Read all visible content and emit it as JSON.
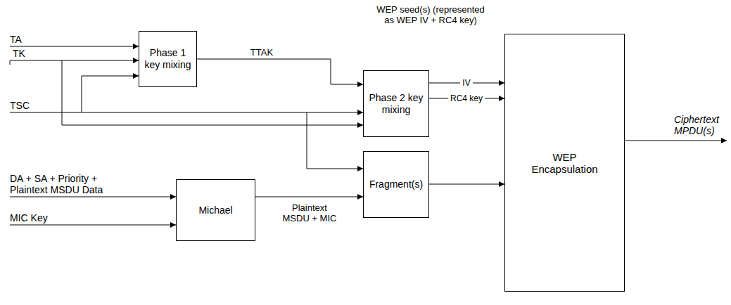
{
  "diagram": {
    "nodes": [
      {
        "text": [
          "Phase 1 key mixing"
        ]
      },
      {
        "text": [
          "Phase 2 key mixing"
        ]
      },
      {
        "text": [
          "Fragment(s)"
        ]
      },
      {
        "text": [
          "Michael"
        ]
      },
      {
        "text": [
          "WEP Encapsulation"
        ]
      }
    ],
    "edges": [
      {
        "from": 0,
        "to": 1,
        "label": "TTAK",
        "arrow": "to"
      },
      {
        "from": 1,
        "to": 4,
        "label": "IV",
        "arrow": "to"
      },
      {
        "from": 1,
        "to": 4,
        "label": "RC4 key",
        "arrow": "to"
      },
      {
        "from": 3,
        "to": 2,
        "label": "Plaintext MSDU + MIC",
        "arrow": "to"
      },
      {
        "from": 2,
        "to": 4,
        "arrow": "to"
      }
    ],
    "labels": [
      "TA",
      "TK",
      "TSC",
      "DA + SA + Priority + Plaintext MSDU Data",
      "MIC Key",
      "WEP seed(s) (represented as WEP IV + RC4 key)",
      "Ciphertext MPDU(s)"
    ]
  }
}
